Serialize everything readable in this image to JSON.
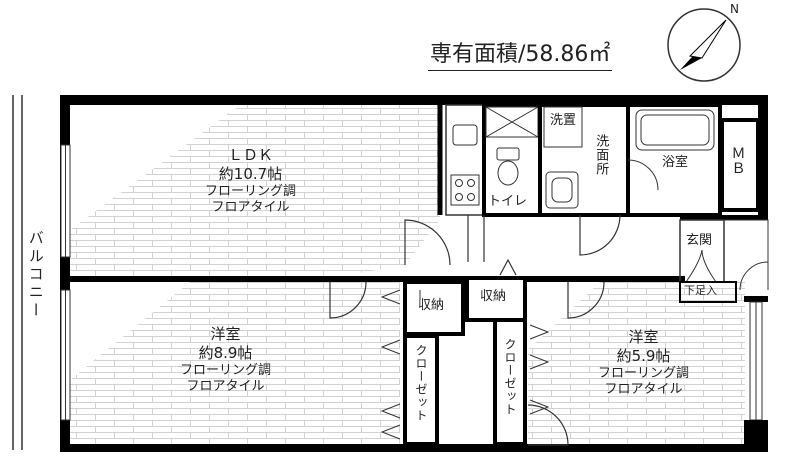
{
  "header": {
    "area_label": "専有面積/58.86㎡",
    "north_label": "N"
  },
  "rooms": {
    "ldk": {
      "name": "ＬＤＫ",
      "size": "約10.7帖",
      "floor": "フローリング調",
      "tile": "フロアタイル"
    },
    "western1": {
      "name": "洋室",
      "size": "約8.9帖",
      "floor": "フローリング調",
      "tile": "フロアタイル"
    },
    "western2": {
      "name": "洋室",
      "size": "約5.9帖",
      "floor": "フローリング調",
      "tile": "フロアタイル"
    },
    "toilet": "トイレ",
    "washer_space": "洗置",
    "washroom": "洗面所",
    "bathroom": "浴室",
    "mb": "ＭＢ",
    "entrance": "玄関",
    "shoe_storage": "下足入",
    "storage1": "収納",
    "storage2": "収納",
    "closet1": "クローゼット",
    "closet2": "クローゼット",
    "balcony": "バルコニー"
  },
  "colors": {
    "wall": "#000000",
    "line": "#333333",
    "hatch": "#d0d0d0",
    "text": "#222222"
  }
}
